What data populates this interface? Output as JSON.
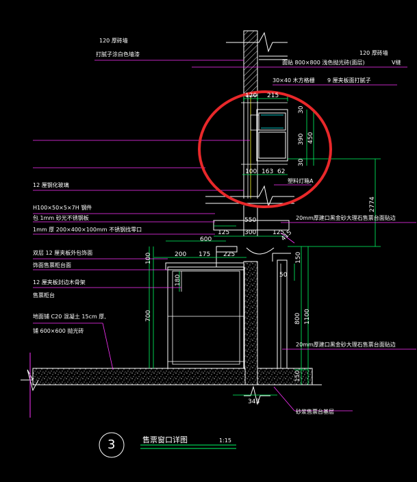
{
  "colors": {
    "background": "#000000",
    "dimension": "#00ff66",
    "wall": "#ffffff",
    "leader": "#ff33ff",
    "highlight_circle": "#e8282a",
    "hatch": "#d0d0d0",
    "glass": "#00ffff",
    "yellow": "#ffff33"
  },
  "labels": {
    "wall_120_top": "120 厚砖墙",
    "wall_120_top_sub": "打腻子涂白色墙漆",
    "wall_120_right": "120 厚砖墙",
    "floor_tile": "面贴 800×800 浅色抛光砖(面层)",
    "floor_tile_right": "V缝",
    "wood_strip": "30×40 木方格栅",
    "plywood": "9 厘夹板面打腻子",
    "glass": "12 厘钢化玻璃",
    "steel": "H100×50×5×7H 钢件",
    "stainless": "包 1mm 砂光不锈钢板",
    "stainless_box": "1mm 厚 200×400×100mm 不锈钢找零口",
    "plywood_clad": "双层 12 厘夹板外包饰面",
    "ticket_counter_face": "饰面售票柜台面",
    "plywood_frame": "12 厘夹板封边木骨架",
    "ticket_counter": "售票柜台",
    "floor_concrete": "地面铺 C20 混凝土 15cm 厚,",
    "floor_tile2": "铺 600×600 抛光砖",
    "marble_right_top": "20mm厚建口黑金砂大理石售票台面贴边",
    "marble_right_bottom": "20mm厚建口黑金砂大理石售票台面贴边",
    "counter_base": "砂浆售票台基层",
    "acrylic": "塑料灯箱A",
    "title": "售票窗口详图",
    "scale": "1:15",
    "detail_no": "3"
  },
  "dims": {
    "d120": "120",
    "d215": "215",
    "d30a": "30",
    "d390": "390",
    "d450": "450",
    "d30b": "30",
    "d100": "100",
    "d163": "163",
    "d62": "62",
    "d2774": "2774",
    "d550": "550",
    "d125a": "125",
    "d300": "300",
    "d125b": "125",
    "d415": "415",
    "d600": "600",
    "d200": "200",
    "d175": "175",
    "d225": "225",
    "d100b": "100",
    "d180": "180",
    "d150a": "150",
    "d50": "50",
    "d700": "700",
    "d800": "800",
    "d1100": "1100",
    "d150b": "150",
    "d343": "343"
  }
}
